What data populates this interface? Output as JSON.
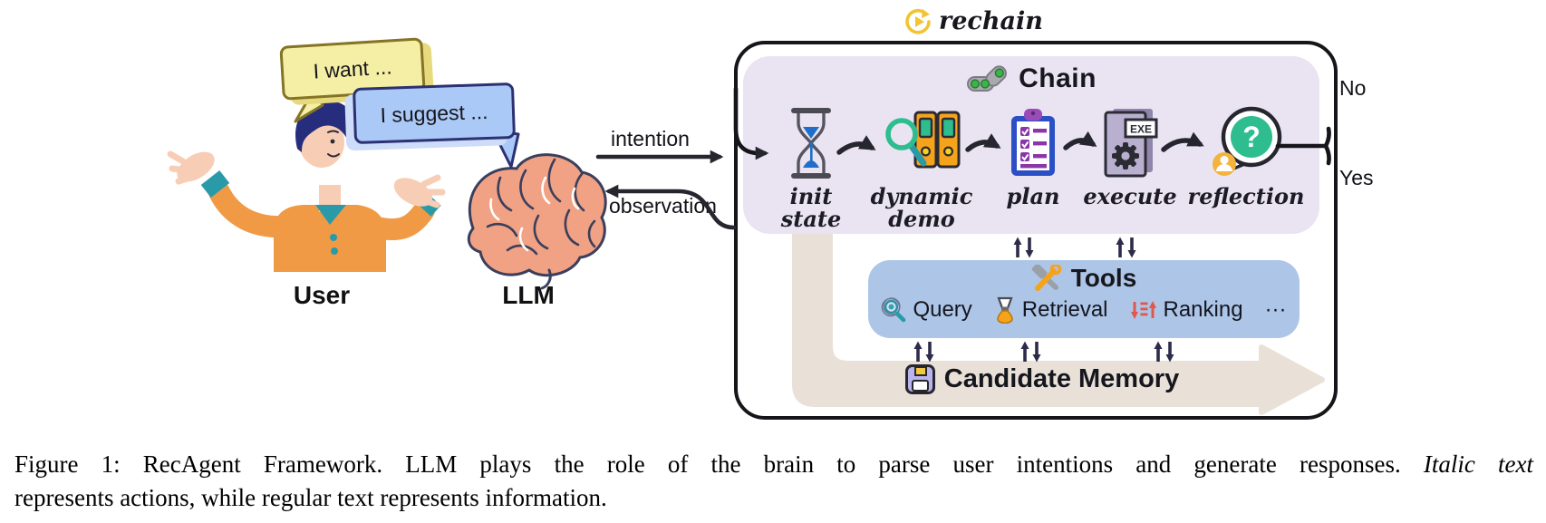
{
  "left": {
    "bubble_user": "I want ...",
    "bubble_llm": "I suggest ...",
    "user_label": "User",
    "llm_label": "LLM",
    "intention_label": "intention",
    "observation_label": "observation",
    "user_icon": "person-shrug-illustration",
    "llm_icon": "brain-illustration"
  },
  "loop": {
    "rechain_label": "rechain",
    "rechain_icon": "circular-replay-icon",
    "no_label": "No",
    "yes_label": "Yes"
  },
  "chain": {
    "title": "Chain",
    "title_icon": "chain-links-icon",
    "stages": [
      {
        "label": "init state",
        "icon": "hourglass-icon"
      },
      {
        "label": "dynamic demo",
        "icon": "magnifier-binders-icon"
      },
      {
        "label": "plan",
        "icon": "checklist-clipboard-icon"
      },
      {
        "label": "execute",
        "icon": "exe-file-gear-icon",
        "badge": "EXE"
      },
      {
        "label": "reflection",
        "icon": "question-bubble-person-icon",
        "badge": "?"
      }
    ]
  },
  "tools": {
    "title": "Tools",
    "title_icon": "hammer-wrench-icon",
    "items": [
      {
        "label": "Query",
        "icon": "magnifier-icon"
      },
      {
        "label": "Retrieval",
        "icon": "carafe-filter-icon"
      },
      {
        "label": "Ranking",
        "icon": "sort-arrows-icon"
      },
      {
        "label": "···",
        "icon": "ellipsis"
      }
    ]
  },
  "memory": {
    "title": "Candidate Memory",
    "icon": "floppy-disk-icon"
  },
  "caption": {
    "line1_regular": "Figure 1: RecAgent Framework. LLM plays the role of the brain to parse user intentions and generate responses. ",
    "line1_italic": "Italic text",
    "line2": "represents actions, while regular text represents information."
  },
  "colors": {
    "chain_box": "#eae3f2",
    "tools_box": "#adc6e7",
    "memory_band": "#e9e1d8",
    "outer_border": "#15151a",
    "bubble_user": "#f5efa5",
    "bubble_llm": "#abc9f6",
    "shirt_orange": "#f09a45",
    "cuff_teal": "#2a9aa8",
    "hair_navy": "#272d7d",
    "brain_salmon": "#f1a284",
    "green": "#2ebd8e",
    "rechain_yellow": "#f0c433",
    "ranking_red": "#e0574e",
    "sand_blue": "#1f6ec9",
    "binder_orange": "#f6a31c",
    "arrow_dark": "#26262e"
  }
}
